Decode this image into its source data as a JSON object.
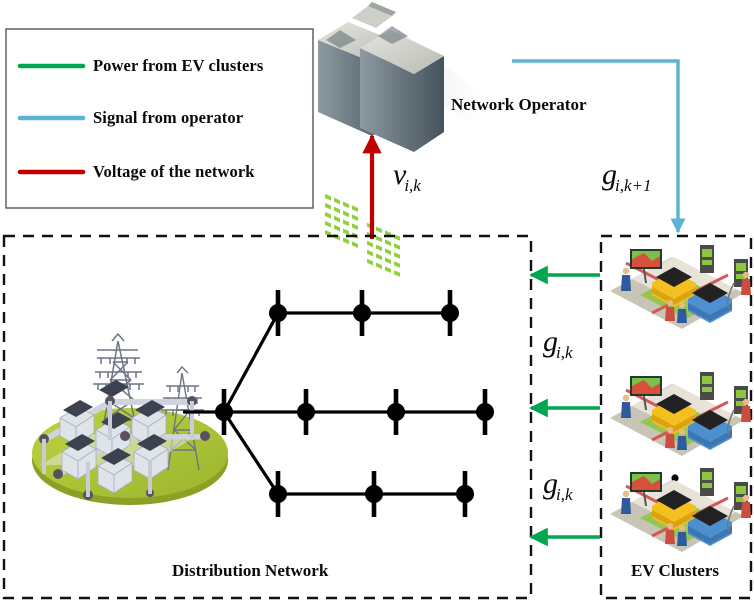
{
  "figure": {
    "type": "system-architecture-diagram",
    "legend": {
      "items": [
        {
          "label": "Power from EV clusters",
          "color": "#00a650",
          "line": "solid"
        },
        {
          "label": "Signal from operator",
          "color": "#5cb3d3",
          "line": "solid"
        },
        {
          "label": "Voltage of the network",
          "color": "#c00000",
          "line": "solid"
        }
      ]
    },
    "blocks": [
      {
        "id": "network-operator",
        "title": "Network Operator",
        "icon": "server-tower-icon"
      },
      {
        "id": "distribution-network",
        "title": "Distribution Network",
        "icon": "substation-icon"
      },
      {
        "id": "ev-clusters",
        "title": "EV Clusters",
        "icon": "ev-charging-station-icon"
      }
    ],
    "signals": [
      {
        "id": "voltage-up",
        "base": "v",
        "sub": "i,k",
        "color": "#c00000",
        "from": "distribution-network",
        "to": "network-operator"
      },
      {
        "id": "signal-down",
        "base": "g",
        "sub": "i,k+1",
        "color": "#5cb3d3",
        "from": "network-operator",
        "to": "ev-clusters"
      },
      {
        "id": "power-1",
        "base": "g",
        "sub": "i,k",
        "color": "#00a650",
        "from": "ev-clusters",
        "to": "distribution-network"
      },
      {
        "id": "power-2",
        "base": "g",
        "sub": "i,k",
        "color": "#00a650",
        "from": "ev-clusters",
        "to": "distribution-network"
      }
    ],
    "ev_cluster_count_visible": 3,
    "ev_cluster_ellipsis": "vertical-dots",
    "feeders": [
      {
        "id": "feeder-top",
        "nodes": 3
      },
      {
        "id": "feeder-middle",
        "nodes": 4
      },
      {
        "id": "feeder-bottom",
        "nodes": 3
      }
    ],
    "root_bus": "substation-bus",
    "colors": {
      "green": "#00a650",
      "blue": "#5cb3d3",
      "red": "#c00000",
      "black": "#000000",
      "grass": "#a8bf35",
      "background": "#ffffff"
    }
  }
}
